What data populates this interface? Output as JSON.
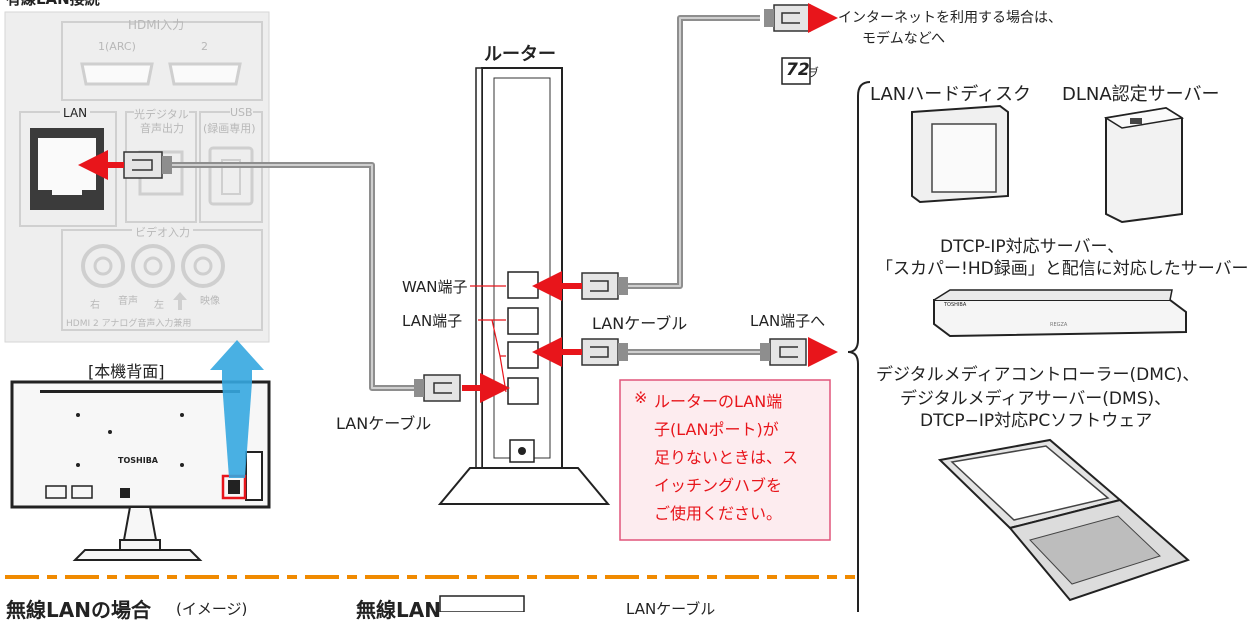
{
  "top_left_label": "有線LAN接続",
  "panel": {
    "hdmi_header": "HDMI入力",
    "hdmi1_label": "1(ARC)",
    "hdmi2_label": "2",
    "lan_label": "LAN",
    "optical_label_1": "光デジタル",
    "optical_label_2": "音声出力",
    "usb_label_1": "USB",
    "usb_label_2": "(録画専用)",
    "video_header": "ビデオ入力",
    "right_label": "右",
    "audio_label": "音声",
    "left_label": "左",
    "video_label": "映像",
    "hdmi2_analog_label": "HDMI 2 アナログ音声入力兼用"
  },
  "tv": {
    "rear_label": "[本機背面]",
    "brand": "TOSHIBA"
  },
  "router": {
    "title": "ルーター",
    "wan_port_label": "WAN端子",
    "lan_port_label": "LAN端子"
  },
  "cables": {
    "lan_cable_middle": "LANケーブル",
    "lan_cable_bottom": "LANケーブル",
    "to_lan_port": "LAN端子へ"
  },
  "internet_note": {
    "line1": "インターネットを利用する場合は、",
    "line2": "モデムなどへ"
  },
  "note_box": {
    "mark": "※",
    "line1": "ルーターのLAN端",
    "line2": "子(LANポート)が",
    "line3": "足りないときは、ス",
    "line4": "イッチングハブを",
    "line5": "ご使用ください。"
  },
  "page_ref": "72",
  "page_ref_suffix": "ヺ",
  "devices": {
    "lan_hdd": "LANハードディスク",
    "dlna_server": "DLNA認定サーバー",
    "dtcp_line1": "DTCP-IP対応サーバー、",
    "dtcp_line2": "「スカパー!HD録画」と配信に対応したサーバー",
    "recorder_brand": "TOSHIBA",
    "recorder_model": "REGZA",
    "dmc_line1": "デジタルメディアコントローラー(DMC)、",
    "dmc_line2": "デジタルメディアサーバー(DMS)、",
    "dmc_line3": "DTCP−IP対応PCソフトウェア"
  },
  "bottom": {
    "wireless_title": "無線LANの場合",
    "wireless_sub": "(イメージ)",
    "wireless_lan": "無線LAN",
    "lan_cable": "LANケーブル"
  },
  "colors": {
    "red": "#e8151b",
    "blue": "#35a7e0",
    "orange": "#f08a00",
    "cable": "#8e8e8e",
    "panel_bg": "#eeeeee",
    "note_border": "#e0557a",
    "note_bg": "#fdecef"
  }
}
